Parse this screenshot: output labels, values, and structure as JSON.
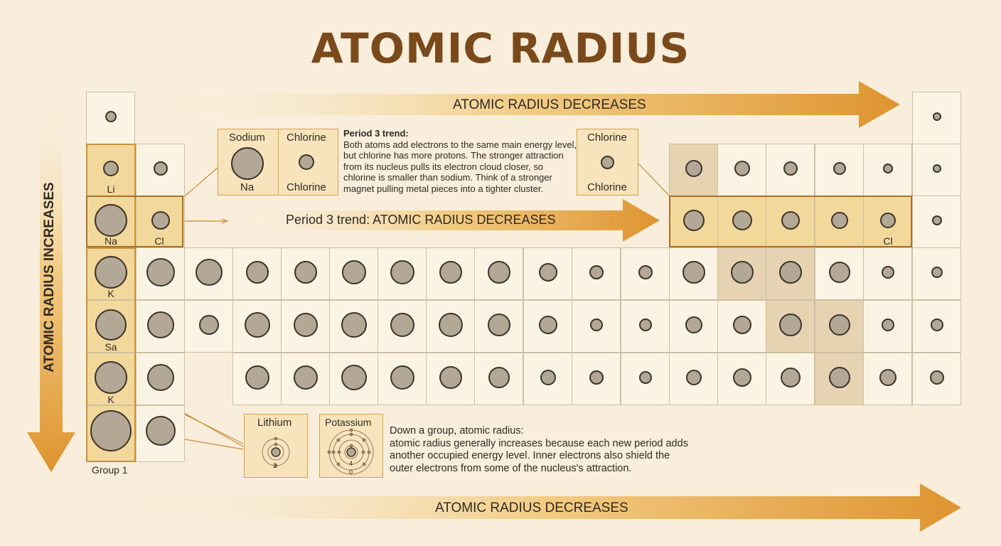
{
  "title": "ATOMIC RADIUS",
  "arrows": {
    "top": "ATOMIC RADIUS DECREASES",
    "left": "ATOMIC RADIUS INCREASES",
    "bottom": "ATOMIC RADIUS DECREASES",
    "period3_prefix": "Period 3 trend: ",
    "period3_bold": "ATOMIC RADIUS DECREASES"
  },
  "elements": {
    "li": "Li",
    "na": "Na",
    "cl_small": "Cl",
    "k_row4": "K",
    "sa": "Sa",
    "k_row6": "K",
    "cl_right": "Cl"
  },
  "group_label": "Group 1",
  "compare_box": {
    "left_title": "Sodium",
    "left_sub": "Na",
    "right_title": "Chlorine",
    "right_sub": "Chlorine"
  },
  "chlorine_box": {
    "title": "Chlorine",
    "sub": "Chlorine"
  },
  "period3_note": {
    "heading": "Period 3 trend:",
    "body": "Both atoms add electrons to the same main energy level, but chlorine has more protons. The stronger attraction from its nucleus pulls its electron cloud closer, so chlorine is smaller than sodium. Think of a stronger magnet pulling metal pieces into a tighter cluster."
  },
  "shell_boxes": {
    "lithium": "Lithium",
    "lithium_num": "2",
    "potassium": "Potassium",
    "potassium_num_top": "4",
    "potassium_num_bottom": "0"
  },
  "group_note": {
    "heading": "Down a group, atomic radius:",
    "body": "atomic radius generally increases because each new period adds another occupied energy level. Inner electrons also shield the outer electrons from some of the nucleus's attraction."
  },
  "colors": {
    "title": "#7a4a1c",
    "arrow": "#df9a2e",
    "highlight": "#f3d89b",
    "atom_fill": "#b3a895",
    "atom_stroke": "#3d342a",
    "background": "#f8eedb"
  }
}
